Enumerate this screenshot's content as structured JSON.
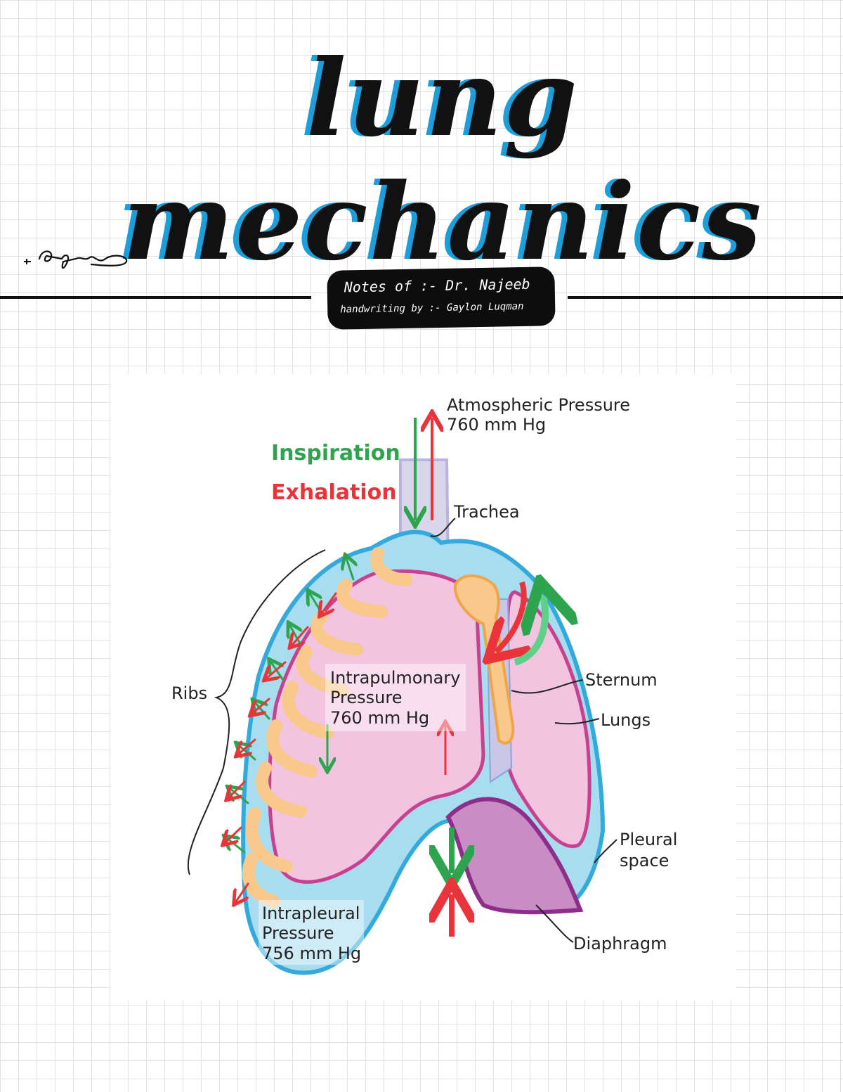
{
  "page": {
    "title": "lung mechanics",
    "credit_line1": "Notes of :- Dr. Najeeb",
    "credit_line2": "handwriting by :- Gaylon Luqman"
  },
  "figure": {
    "legend_inspiration": "Inspiration",
    "legend_exhalation": "Exhalation",
    "atmospheric_label": "Atmospheric Pressure",
    "atmospheric_value": "760 mm Hg",
    "trachea_label": "Trachea",
    "ribs_label": "Ribs",
    "sternum_label": "Sternum",
    "lungs_label": "Lungs",
    "pleural_label_1": "Pleural",
    "pleural_label_2": "space",
    "diaphragm_label": "Diaphragm",
    "intrapulmonary_1": "Intrapulmonary",
    "intrapulmonary_2": "Pressure",
    "intrapulmonary_3": "760 mm Hg",
    "intrapleural_1": "Intrapleural",
    "intrapleural_2": "Pressure",
    "intrapleural_3": "756 mm Hg"
  },
  "colors": {
    "inspiration": "#2ea44f",
    "exhalation": "#e8343a",
    "pleura": "#a8dcef",
    "pleura_edge": "#34a9dc",
    "lung": "#f2c4e0",
    "lung_edge": "#c8418f",
    "diaphragm": "#c98cc4",
    "rib": "#f8c98a",
    "title_shadow": "#1e9ed9"
  }
}
